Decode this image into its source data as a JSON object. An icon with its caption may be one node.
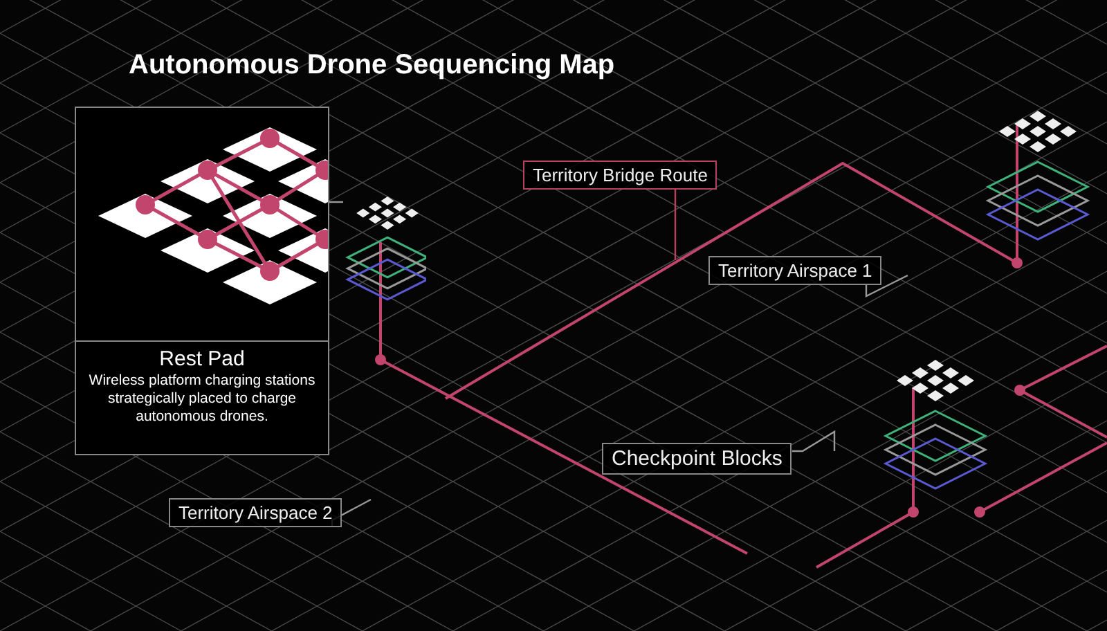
{
  "diagram": {
    "title": "Autonomous Drone Sequencing Map",
    "nodes": [
      {
        "text": [
          "Rest Pad",
          "Wireless platform charging stations strategically placed to charge autonomous drones."
        ]
      },
      {
        "text": [
          "Territory Bridge Route"
        ]
      },
      {
        "text": [
          "Territory Airspace 1"
        ]
      },
      {
        "text": [
          "Checkpoint Blocks"
        ]
      },
      {
        "text": [
          "Territory Airspace 2"
        ]
      },
      {
        "text": [],
        "shape": "picture"
      }
    ],
    "edges": [
      {
        "from": 0,
        "to": 5,
        "arrow": "none"
      },
      {
        "from": 1,
        "to": null,
        "arrow": "none",
        "color": "#b8415f"
      },
      {
        "from": 2,
        "to": null,
        "arrow": "none"
      },
      {
        "from": 3,
        "to": null,
        "arrow": "none"
      },
      {
        "from": 4,
        "to": null,
        "arrow": "none"
      }
    ]
  }
}
